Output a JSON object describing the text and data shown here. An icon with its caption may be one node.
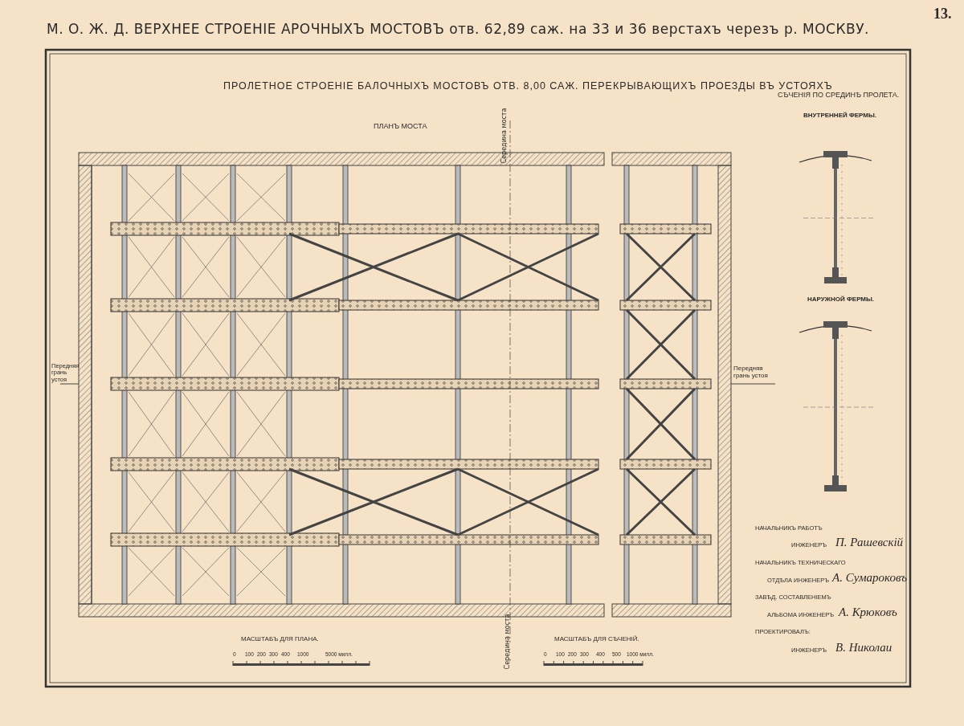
{
  "diagram": {
    "title": "М. О. Ж. Д. ВЕРХНЕЕ СТРОЕНІЕ АРОЧНЫХЪ МОСТОВЪ отв. 62,89 саж. на 33 и 36 верстахъ черезъ р. МОСКВУ.",
    "labels": [
      "13.",
      "ПРОЛЕТНОЕ СТРОЕНІЕ БАЛОЧНЫХЪ МОСТОВЪ ОТВ. 8,00 САЖ. ПЕРЕКРЫВАЮЩИХЪ ПРОЕЗДЫ ВЪ УСТОЯХЪ",
      "СѢЧЕНІЯ ПО СРЕДИНѢ ПРОЛЕТА.",
      "ПЛАНЪ МОСТА",
      "ВНУТРЕННЕЙ ФЕРМЫ.",
      "Середина моста",
      "НАРУЖНОЙ ФЕРМЫ.",
      "Передняя грань устоя",
      "Передняя грань устоя",
      "НАЧАЛЬНИКЪ РАБОТЪ",
      "ИНЖЕНЕРЪ",
      "П. Рашевскій",
      "НАЧАЛЬНИКЪ ТЕХНИЧЕСКАГО",
      "ОТДѢЛА ИНЖЕНЕРЪ",
      "А. Сумароковъ",
      "ЗАВѢД. СОСТАВЛЕНІЕМЪ",
      "АЛЬБОМА ИНЖЕНЕРЪ",
      "А. Крюковъ",
      "ПРОЕКТИРОВАЛЪ:",
      "ИНЖЕНЕРЪ",
      "В. Николаи",
      "Середина моста",
      "МАСШТАБЪ ДЛЯ ПЛАНА.",
      "МАСШТАБЪ ДЛЯ СѢЧЕНІЙ.",
      "0",
      "100",
      "200",
      "300",
      "400",
      "1000",
      "5000 милл.",
      "0",
      "100",
      "200",
      "300",
      "400",
      "500",
      "1000 милл."
    ]
  }
}
